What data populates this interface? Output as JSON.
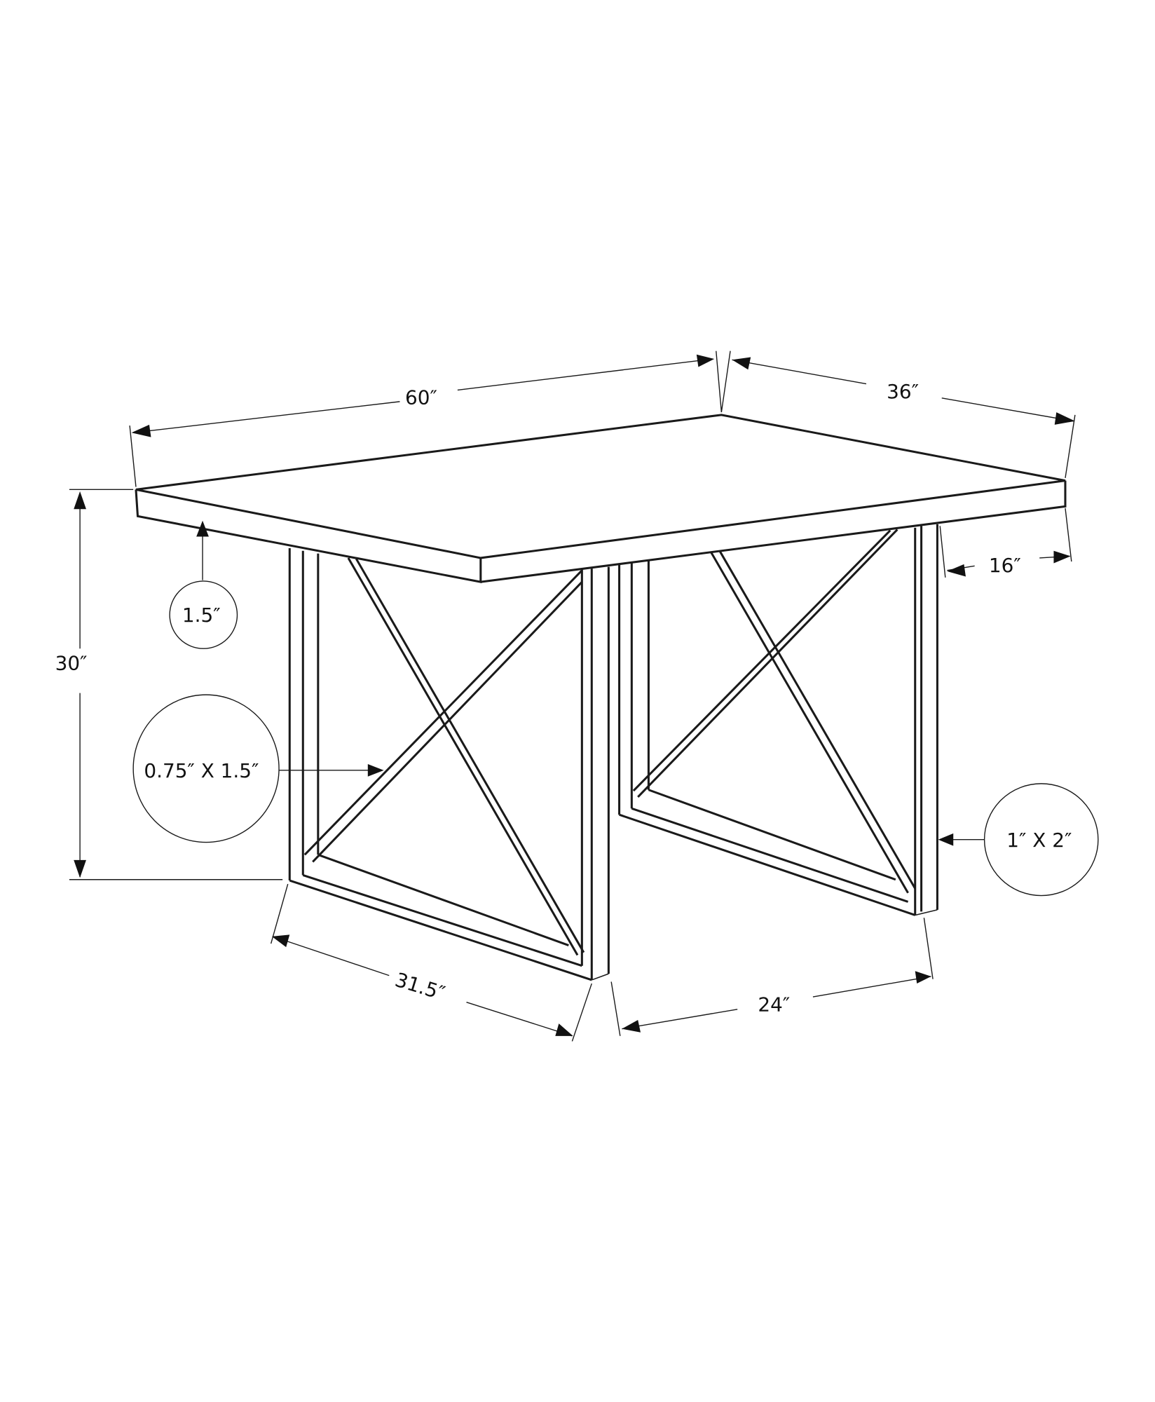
{
  "diagram": {
    "subject": "Dining table dimension drawing",
    "dimensions": {
      "length": "60″",
      "width": "36″",
      "height": "30″",
      "top_thickness": "1.5″",
      "leg_clearance_side": "16″",
      "base_length": "31.5″",
      "base_width": "24″"
    },
    "callouts": {
      "cross_brace": "0.75″ X 1.5″",
      "leg_tube": "1″ X 2″",
      "top_thickness": "1.5″"
    },
    "colors": {
      "line": "#1a1a1a",
      "background": "#ffffff"
    }
  }
}
